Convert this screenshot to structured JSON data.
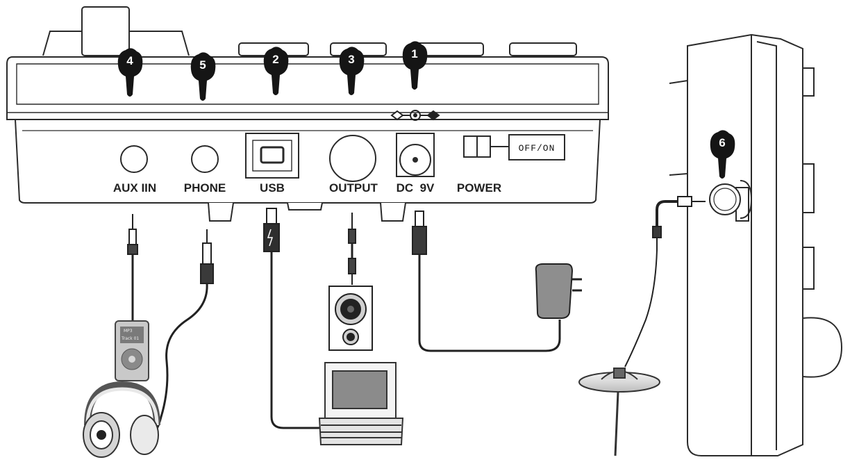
{
  "ports": [
    {
      "key": "aux",
      "label": "AUX IIN",
      "marker": "4"
    },
    {
      "key": "phone",
      "label": "PHONE",
      "marker": "5"
    },
    {
      "key": "usb",
      "label": "USB",
      "marker": "2"
    },
    {
      "key": "output",
      "label": "OUTPUT",
      "marker": "3"
    },
    {
      "key": "dc",
      "label": "DC  9V",
      "marker": "1"
    },
    {
      "key": "power",
      "label": "POWER"
    }
  ],
  "power_switch": {
    "label": "OFF/ON"
  },
  "side_marker": "6",
  "mp3": {
    "brand": "MP3",
    "screen_text": "Track 01"
  },
  "icons": [
    "pointing-hand-icon",
    "dc-polarity-icon",
    "mp3-player-icon",
    "headphones-icon",
    "speaker-icon",
    "laptop-icon",
    "power-adapter-icon",
    "cymbal-icon"
  ]
}
